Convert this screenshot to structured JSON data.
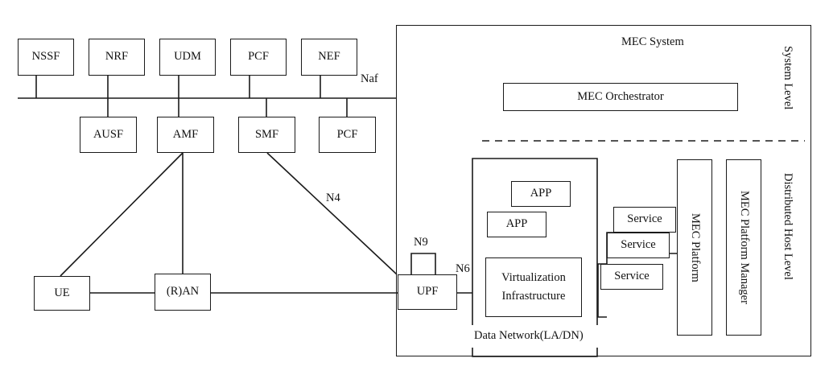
{
  "diagram": {
    "title_text": "MEC System",
    "core_network": {
      "bus_label": "Naf",
      "top_row": [
        {
          "id": "nssf",
          "label": "NSSF"
        },
        {
          "id": "nrf",
          "label": "NRF"
        },
        {
          "id": "udm",
          "label": "UDM"
        },
        {
          "id": "pcf_top",
          "label": "PCF"
        },
        {
          "id": "nef",
          "label": "NEF"
        }
      ],
      "second_row": [
        {
          "id": "ausf",
          "label": "AUSF"
        },
        {
          "id": "amf",
          "label": "AMF"
        },
        {
          "id": "smf",
          "label": "SMF"
        },
        {
          "id": "pcf_bottom",
          "label": "PCF"
        }
      ],
      "access": [
        {
          "id": "ue",
          "label": "UE"
        },
        {
          "id": "ran",
          "label": "(R)AN"
        }
      ],
      "upf": {
        "id": "upf",
        "label": "UPF"
      },
      "interface_labels": {
        "n4": "N4",
        "n9": "N9",
        "n6": "N6"
      }
    },
    "mec_system": {
      "title": "MEC System",
      "level_labels": {
        "system": "System Level",
        "distributed_host": "Distributed Host Level"
      },
      "orchestrator": {
        "id": "mec-orchestrator",
        "label": "MEC Orchestrator"
      },
      "data_network": {
        "label": "Data Network(LA/DN)",
        "apps": [
          {
            "id": "app-upper",
            "label": "APP"
          },
          {
            "id": "app-lower",
            "label": "APP"
          }
        ],
        "virtualization": {
          "id": "virtualization-infrastructure",
          "line1": "Virtualization",
          "line2": "Infrastructure"
        }
      },
      "services": [
        {
          "id": "service-1",
          "label": "Service"
        },
        {
          "id": "service-2",
          "label": "Service"
        },
        {
          "id": "service-3",
          "label": "Service"
        }
      ],
      "platform": {
        "id": "mec-platform",
        "label": "MEC Platform"
      },
      "platform_manager": {
        "id": "mec-platform-manager",
        "label": "MEC Platform Manager"
      }
    },
    "colors": {
      "stroke": "#1a1a1a",
      "background": "#ffffff",
      "text": "#111111"
    }
  }
}
